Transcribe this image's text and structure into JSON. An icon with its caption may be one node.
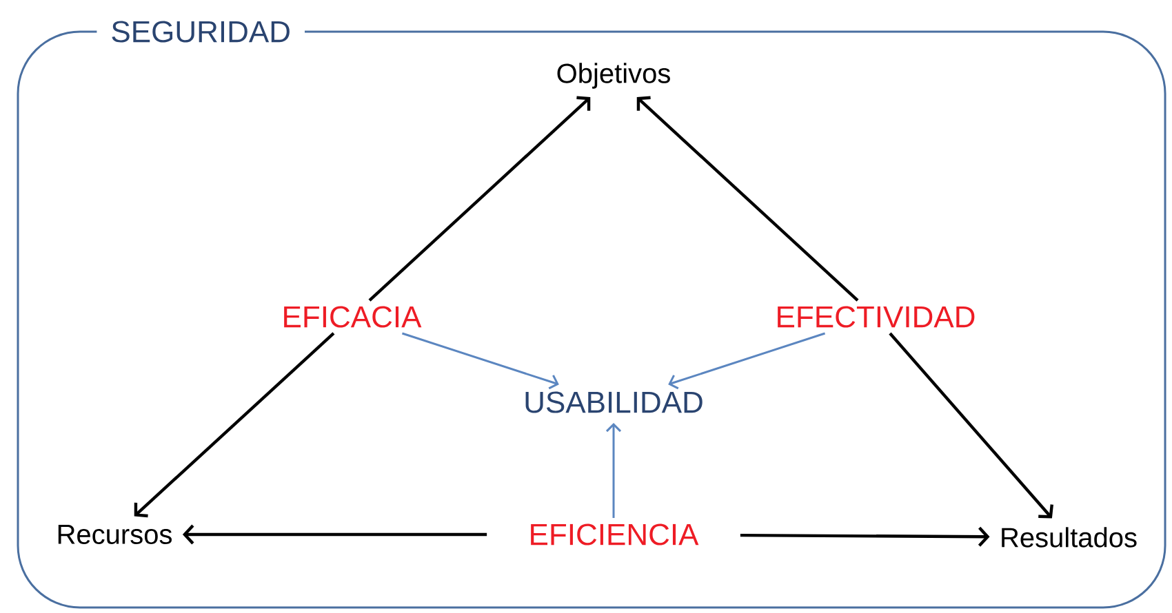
{
  "diagram": {
    "nodes": [
      {
        "text": [
          "SEGURIDAD"
        ]
      },
      {
        "text": [
          "Objetivos"
        ],
        "in": 0
      },
      {
        "text": [
          "EFICACIA"
        ],
        "in": 0
      },
      {
        "text": [
          "EFECTIVIDAD"
        ],
        "in": 0
      },
      {
        "text": [
          "USABILIDAD"
        ],
        "in": 0
      },
      {
        "text": [
          "Recursos"
        ],
        "in": 0
      },
      {
        "text": [
          "EFICIENCIA"
        ],
        "in": 0
      },
      {
        "text": [
          "Resultados"
        ],
        "in": 0
      }
    ],
    "edges": [
      {
        "from": 2,
        "to": 1,
        "arrow": "to"
      },
      {
        "from": 3,
        "to": 1,
        "arrow": "to"
      },
      {
        "from": 2,
        "to": 5,
        "arrow": "to"
      },
      {
        "from": 3,
        "to": 7,
        "arrow": "to"
      },
      {
        "from": 2,
        "to": 4,
        "arrow": "to",
        "color": "#5b86c0"
      },
      {
        "from": 3,
        "to": 4,
        "arrow": "to",
        "color": "#5b86c0"
      },
      {
        "from": 6,
        "to": 4,
        "arrow": "to",
        "color": "#5b86c0"
      },
      {
        "from": 6,
        "to": 5,
        "arrow": "to"
      },
      {
        "from": 6,
        "to": 7,
        "arrow": "to"
      }
    ]
  }
}
